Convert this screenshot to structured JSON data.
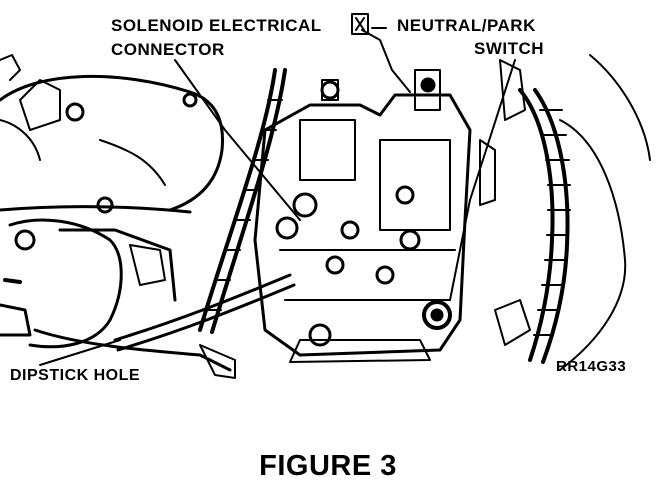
{
  "labels": {
    "solenoid_line1": "SOLENOID ELECTRICAL",
    "solenoid_line2": "CONNECTOR",
    "neutral_line1": "NEUTRAL/PARK",
    "neutral_line2": "SWITCH",
    "dipstick": "DIPSTICK HOLE",
    "figure_code": "RR14G33"
  },
  "caption": "FIGURE 3",
  "colors": {
    "ink": "#000000",
    "paper": "#ffffff"
  }
}
